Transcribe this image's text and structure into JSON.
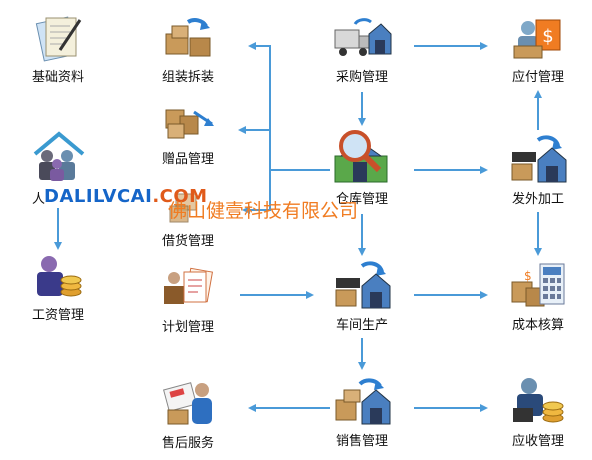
{
  "nodes": {
    "basic_data": "基础资料",
    "assembly": "组装拆装",
    "purchase": "采购管理",
    "payable": "应付管理",
    "gift": "赠品管理",
    "warehouse": "仓库管理",
    "outsource": "发外加工",
    "hr": "人",
    "loan": "借货管理",
    "salary": "工资管理",
    "plan": "计划管理",
    "workshop": "车间生产",
    "cost": "成本核算",
    "aftersale": "售后服务",
    "sales": "销售管理",
    "receivable": "应收管理"
  },
  "watermark": {
    "site": "DALILVCAI",
    "site_suffix": ".COM",
    "company": "佛山健壹科技有限公司"
  },
  "colors": {
    "arrow": "#4a9ad8",
    "watermark_blue": "#1565c8",
    "watermark_orange": "#f07c22"
  }
}
